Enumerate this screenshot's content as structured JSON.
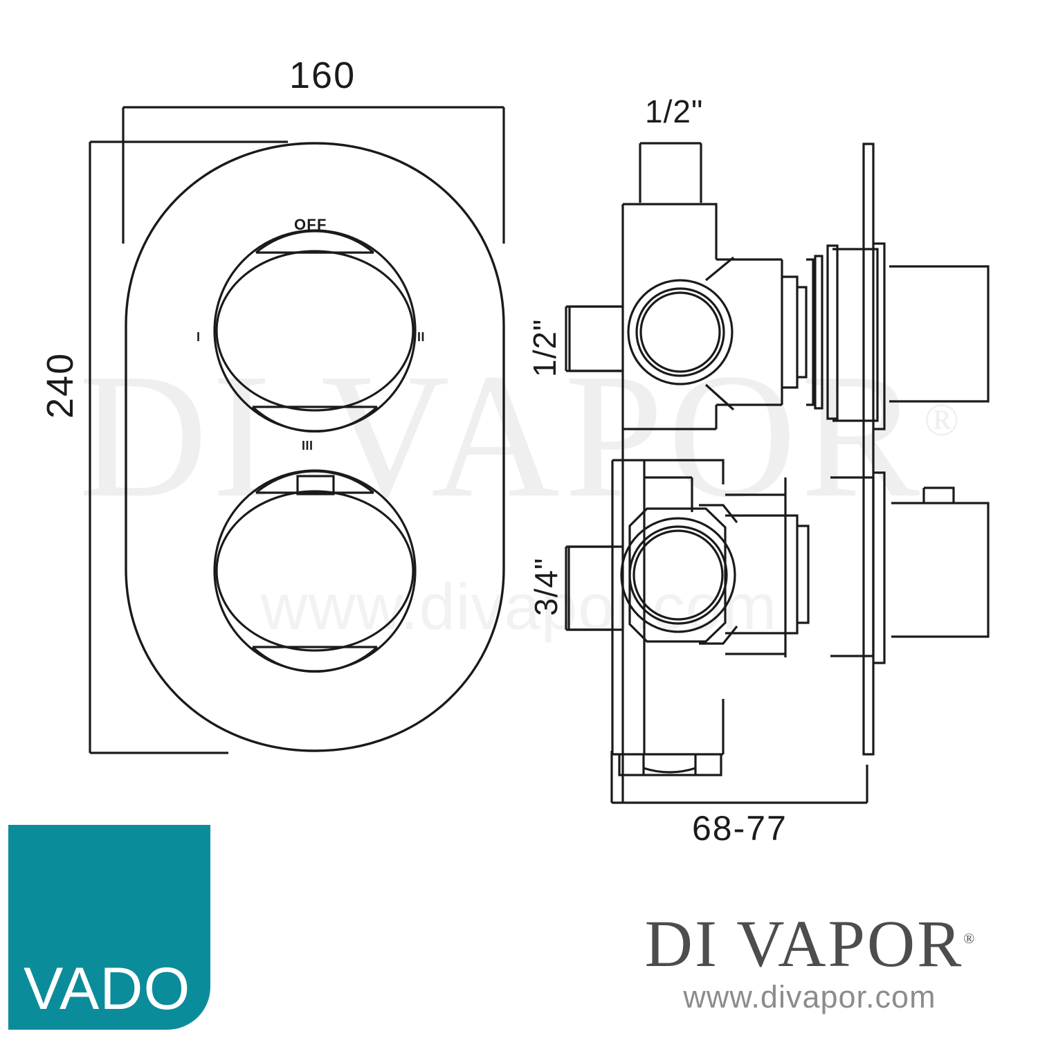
{
  "document": {
    "kind": "technical-dimension-drawing",
    "subject": "VADO concealed thermostatic shower valve",
    "line_color": "#1a1a1a",
    "background_color": "#ffffff"
  },
  "front_view": {
    "name": "front-elevation",
    "dimensions": {
      "width_label": "160",
      "height_label": "240"
    },
    "plate": {
      "shape": "rounded-oval-escutcheon"
    },
    "upper_knob": {
      "name": "temperature-control-knob",
      "markings": {
        "off": "OFF",
        "position_1": "I",
        "position_2": "II",
        "position_3": "III"
      }
    },
    "lower_knob": {
      "name": "flow-diverter-knob",
      "has_index_tab": true
    }
  },
  "side_view": {
    "name": "side-section-view",
    "dimensions": {
      "inlet_top_label": "1/2\"",
      "inlet_left_label": "1/2\"",
      "outlet_left_label": "3/4\"",
      "depth_label": "68-77"
    }
  },
  "brand_vado": {
    "wordmark": "VADO",
    "tile_color": "#0b8c9b",
    "text_color": "#ffffff"
  },
  "brand_divapor": {
    "wordmark": "DI VAPOR",
    "registered_mark": "®",
    "url": "www.divapor.com",
    "text_color": "#4d4d4d",
    "url_color": "#8c8c8c"
  },
  "watermark": {
    "big_text": "DI VAPOR",
    "big_registered_mark": "®",
    "url_text": "www.divapor.com",
    "color": "#efefef"
  }
}
